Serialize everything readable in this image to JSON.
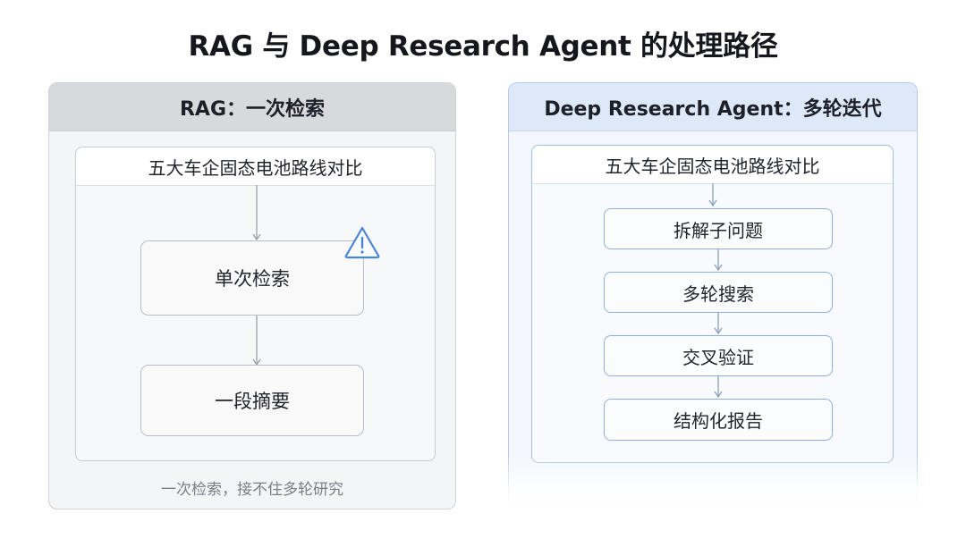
{
  "title": "RAG 与 Deep Research Agent 的处理路径",
  "left_panel": {
    "header": "RAG：一次检索",
    "query": "五大车企固态电池路线对比",
    "steps": [
      "单次检索",
      "一段摘要"
    ],
    "warning_icon": "warning-triangle-icon",
    "caption": "一次检索，接不住多轮研究"
  },
  "right_panel": {
    "header": "Deep Research Agent：多轮迭代",
    "query": "五大车企固态电池路线对比",
    "steps": [
      "拆解子问题",
      "多轮搜索",
      "交叉验证",
      "结构化报告"
    ]
  },
  "colors": {
    "left_accent": "#d7d9dd",
    "right_accent": "#dde8f8",
    "warning": "#4a86d8"
  }
}
